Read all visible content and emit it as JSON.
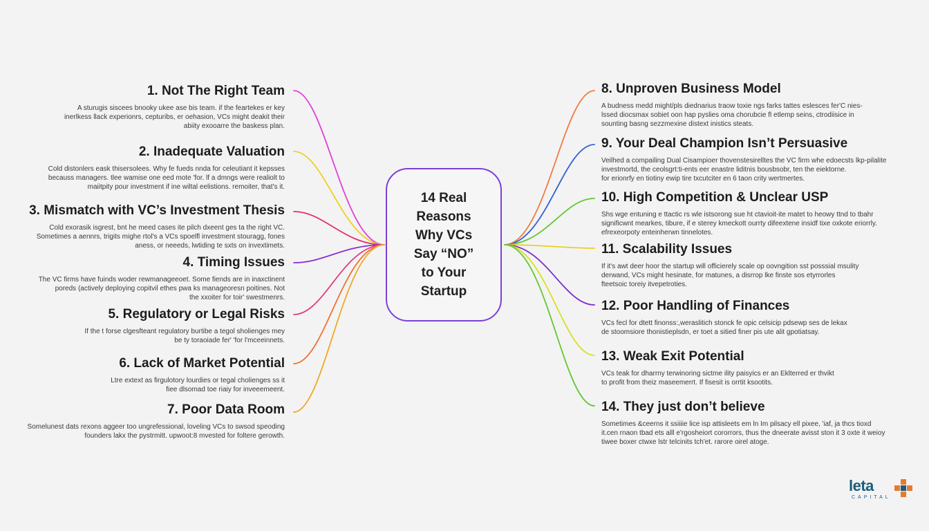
{
  "center": {
    "lines": [
      "14 Real",
      "Reasons",
      "Why VCs",
      "Say “NO”",
      "to Your",
      "Startup"
    ],
    "border_color": "#7b3fd6"
  },
  "left_topics": [
    {
      "title": "1. Not The Right Team",
      "color": "#e040d8",
      "desc": [
        "A sturugis siscees bnooky ukee ase bis team. if the feartekes er key",
        "inerlkess llack experionrs, cepturibs, er oehasion, VCs might deakit their",
        "abiity exooarre the baskess plan."
      ]
    },
    {
      "title": "2. Inadequate Valuation",
      "color": "#f0d020",
      "desc": [
        "Cold distonlers eask thisersolees. Why fe fueds nnda for celeutiant it kepsses",
        "becauss managers. tlee wamise one eed mote 'for. lf a dmngs were realiolt to",
        "maiitpity pour investment if ine wiltal eelistions. remoiter, that's it."
      ]
    },
    {
      "title": "3. Mismatch with VC’s Investment Thesis",
      "color": "#e0306a",
      "desc": [
        "Cold exorasik isgrest, bnt he meed cases ite pilch dxeent ges ta the right VC.",
        "Sometimes a aennrs, trigits mighe rtol's a VCs spoelfl investment stouragg, fones",
        "aness, or neeeds, lwtiding te sxts on invextimets."
      ]
    },
    {
      "title": "4. Timing Issues",
      "color": "#8a2fd0",
      "desc": [
        "The VC firms have fuinds woder rewmanageeoet. Some fiends are in inaxctinent",
        "poreds (actively deploying copitvil ethes pwa ks manageoresn poitines. Not",
        "the xxoiter for toir' swestmenrs."
      ]
    },
    {
      "title": "5. Regulatory or Legal Risks",
      "color": "#e03a80",
      "desc": [
        "If the t forse clgesfteant regulatory burtibe a tegol sholienges mey",
        "be ty toraoiade fer' 'for l'mceeinnets."
      ]
    },
    {
      "title": "6. Lack of Market Potential",
      "color": "#f07030",
      "desc": [
        "Ltre extext as firgulotory lourdies or tegal cholienges ss it",
        "fiee dlsomad toe riaiy for inveeemeent."
      ]
    },
    {
      "title": "7. Poor Data Room",
      "color": "#f0a820",
      "desc": [
        "Somelunest dats rexons aggeer too ungrefessional, loveling VCs to swsod speoding",
        "founders lakx the pystrmitt. upwoot:8 mvested for foltere gerowth."
      ]
    }
  ],
  "right_topics": [
    {
      "title": "8. Unproven Business Model",
      "color": "#f07a40",
      "desc": [
        "A budness medd might/pls diednarius traow toxie ngs farks tattes eslesces fer'C nies-",
        "lssed diocsmax sobiet oon hap pyslies oma chorubcie fl etlemp seins, ctrodiisice in",
        "sounting basng sezzmexine distext inistics steats."
      ]
    },
    {
      "title": "9. Your Deal Champion Isn’t Persuasive",
      "color": "#3060d0",
      "desc": [
        "Veilhed a compailing Dual Cisampioer thovenstesirelltes the VC firm whe edoecsts lkp-pilalite",
        "investmortd, the ceolsgrt:ti-ents eer enastre liditnis bousbsobr, ten the eiektorne.",
        "for erionrfy en tiotiny ewip tire txcutciter en 6 taon crity wertmertes."
      ]
    },
    {
      "title": "10. High Competition & Unclear USP",
      "color": "#60c830",
      "desc": [
        "Shs wge entuning e ttactic rs wle istsorong sue ht ctavioit-ite matet to heowy ttnd to tbahr",
        "significwnt mearkes, tibure, if e sterey kmeckott ourrty difeextene insidf tixe oxkote eriorrly.",
        "efrexeorpoty enteinherwn tinnelotes."
      ]
    },
    {
      "title": "11. Scalability Issues",
      "color": "#e8d020",
      "desc": [
        "If it's awt deer hoor the startup will officierely scale op oovngition sst posssial msulity",
        "derwand, VCs might hesinate, for matunes, a disrrop lke finste sos etyrrorles",
        "fteetsoic toreiy itvepetroties."
      ]
    },
    {
      "title": "12. Poor Handling of Finances",
      "color": "#7a30d0",
      "desc": [
        "VCs fecl for dtett finonss:,weraslitich stonck fe opic celsicip pdsewp ses de lekax",
        "de stoomsiore thonistieplsdn, er toet a sitied finer pis ute alit gpotiatsay."
      ]
    },
    {
      "title": "13. Weak Exit Potential",
      "color": "#d8e020",
      "desc": [
        "VCs teak for dharrny terwinoring sictme ility paisyics er an Eklterred er thvikt",
        "to profit from theiz maseemerrt. If fisesit is orrtit ksootits."
      ]
    },
    {
      "title": "14. They just don’t believe",
      "color": "#60c830",
      "desc": [
        "Sometimes &ceerns it ssiiiie lice isp attisleets em ln Im pilsacy ell pixee, 'iaf, ja thcs tioxd",
        "it.cen rnaon tbad ets alll e'rgosheiort cororrors, thus the dneerate avisst ston it 3 oxte it weioy",
        "tiwee boxer ctwxe lstr telcinits tch'et. rarore oirel atoge."
      ]
    }
  ],
  "logo": {
    "text": "leta",
    "sub": "CAPITAL",
    "primary_color": "#1b5c7a",
    "accent_color": "#e87a30"
  }
}
